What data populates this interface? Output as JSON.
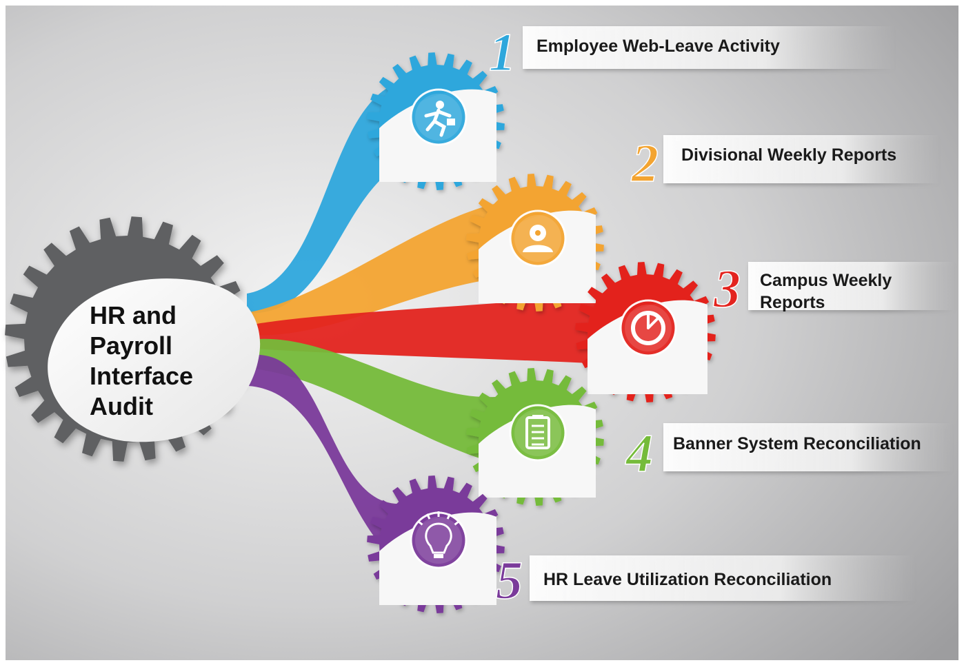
{
  "center": {
    "lines": [
      "HR and",
      "Payroll",
      "Interface",
      "Audit"
    ]
  },
  "steps": [
    {
      "number": "1",
      "label_lines": [
        "Employee Web-Leave Activity"
      ],
      "color": "#2ea7dc",
      "icon": "running-person-icon"
    },
    {
      "number": "2",
      "label_lines": [
        "Divisional Weekly Reports"
      ],
      "color": "#f3a431",
      "icon": "person-pin-icon"
    },
    {
      "number": "3",
      "label_lines": [
        "Campus Weekly",
        "Reports"
      ],
      "color": "#e3241f",
      "icon": "clock-icon"
    },
    {
      "number": "4",
      "label_lines": [
        "Banner System Reconciliation"
      ],
      "color": "#75bb3a",
      "icon": "clipboard-icon"
    },
    {
      "number": "5",
      "label_lines": [
        "HR Leave Utilization Reconciliation"
      ],
      "color": "#7a3a9a",
      "icon": "lightbulb-icon"
    }
  ],
  "colors": {
    "background_light": "#ececec",
    "background_dark": "#9d9d9f",
    "main_gear": "#5f6062"
  }
}
